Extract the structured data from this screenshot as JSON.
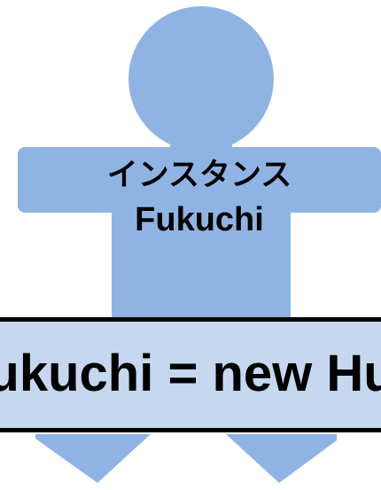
{
  "diagram": {
    "instance_title": "インスタンス",
    "instance_name": "Fukuchi",
    "code_text": "Fukuchi = new Human"
  },
  "colors": {
    "figure_fill": "#8fb4e3",
    "banner_fill": "#c6d8f0",
    "banner_border": "#000000",
    "text": "#000000"
  }
}
